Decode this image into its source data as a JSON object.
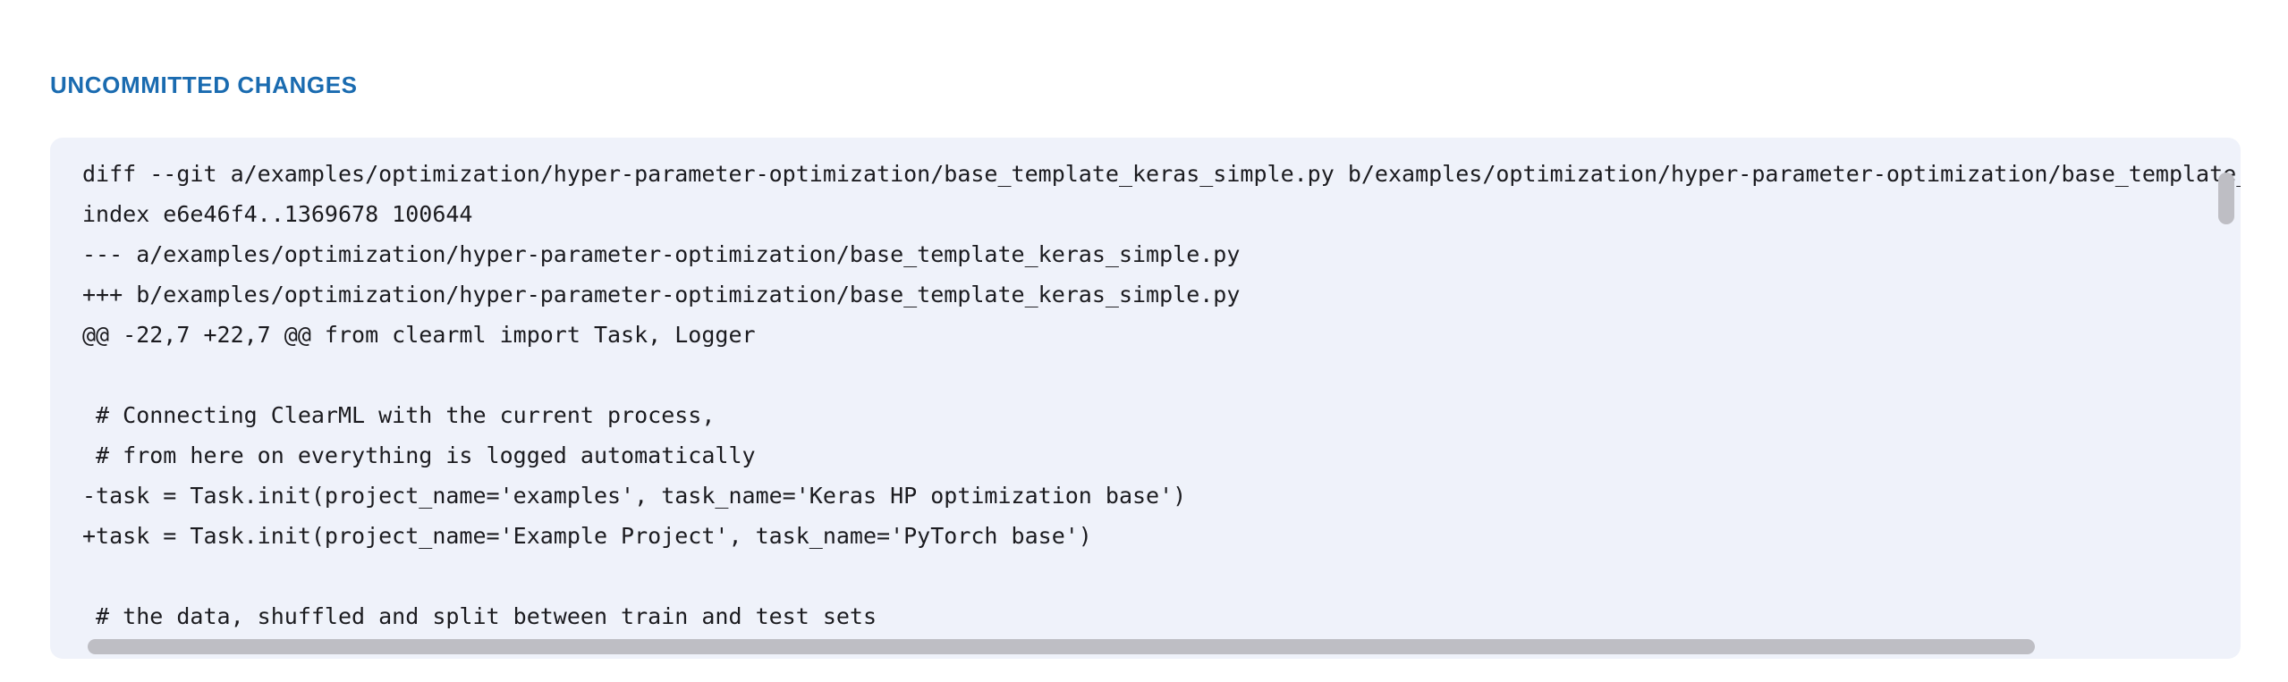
{
  "section": {
    "title": "UNCOMMITTED CHANGES",
    "title_color": "#1A6BB0"
  },
  "diff_panel": {
    "background_color": "#EFF2FA",
    "text_color": "#1B1B1F",
    "lines": [
      "diff --git a/examples/optimization/hyper-parameter-optimization/base_template_keras_simple.py b/examples/optimization/hyper-parameter-optimization/base_template_keras_simple.py",
      "index e6e46f4..1369678 100644",
      "--- a/examples/optimization/hyper-parameter-optimization/base_template_keras_simple.py",
      "+++ b/examples/optimization/hyper-parameter-optimization/base_template_keras_simple.py",
      "@@ -22,7 +22,7 @@ from clearml import Task, Logger",
      "",
      " # Connecting ClearML with the current process,",
      " # from here on everything is logged automatically",
      "-task = Task.init(project_name='examples', task_name='Keras HP optimization base')",
      "+task = Task.init(project_name='Example Project', task_name='PyTorch base')",
      "",
      " # the data, shuffled and split between train and test sets"
    ]
  },
  "scrollbars": {
    "vertical": {
      "name": "vertical-scrollbar",
      "thumb_color": "#BEBEC4"
    },
    "horizontal": {
      "name": "horizontal-scrollbar",
      "thumb_color": "#BEBEC4"
    }
  }
}
